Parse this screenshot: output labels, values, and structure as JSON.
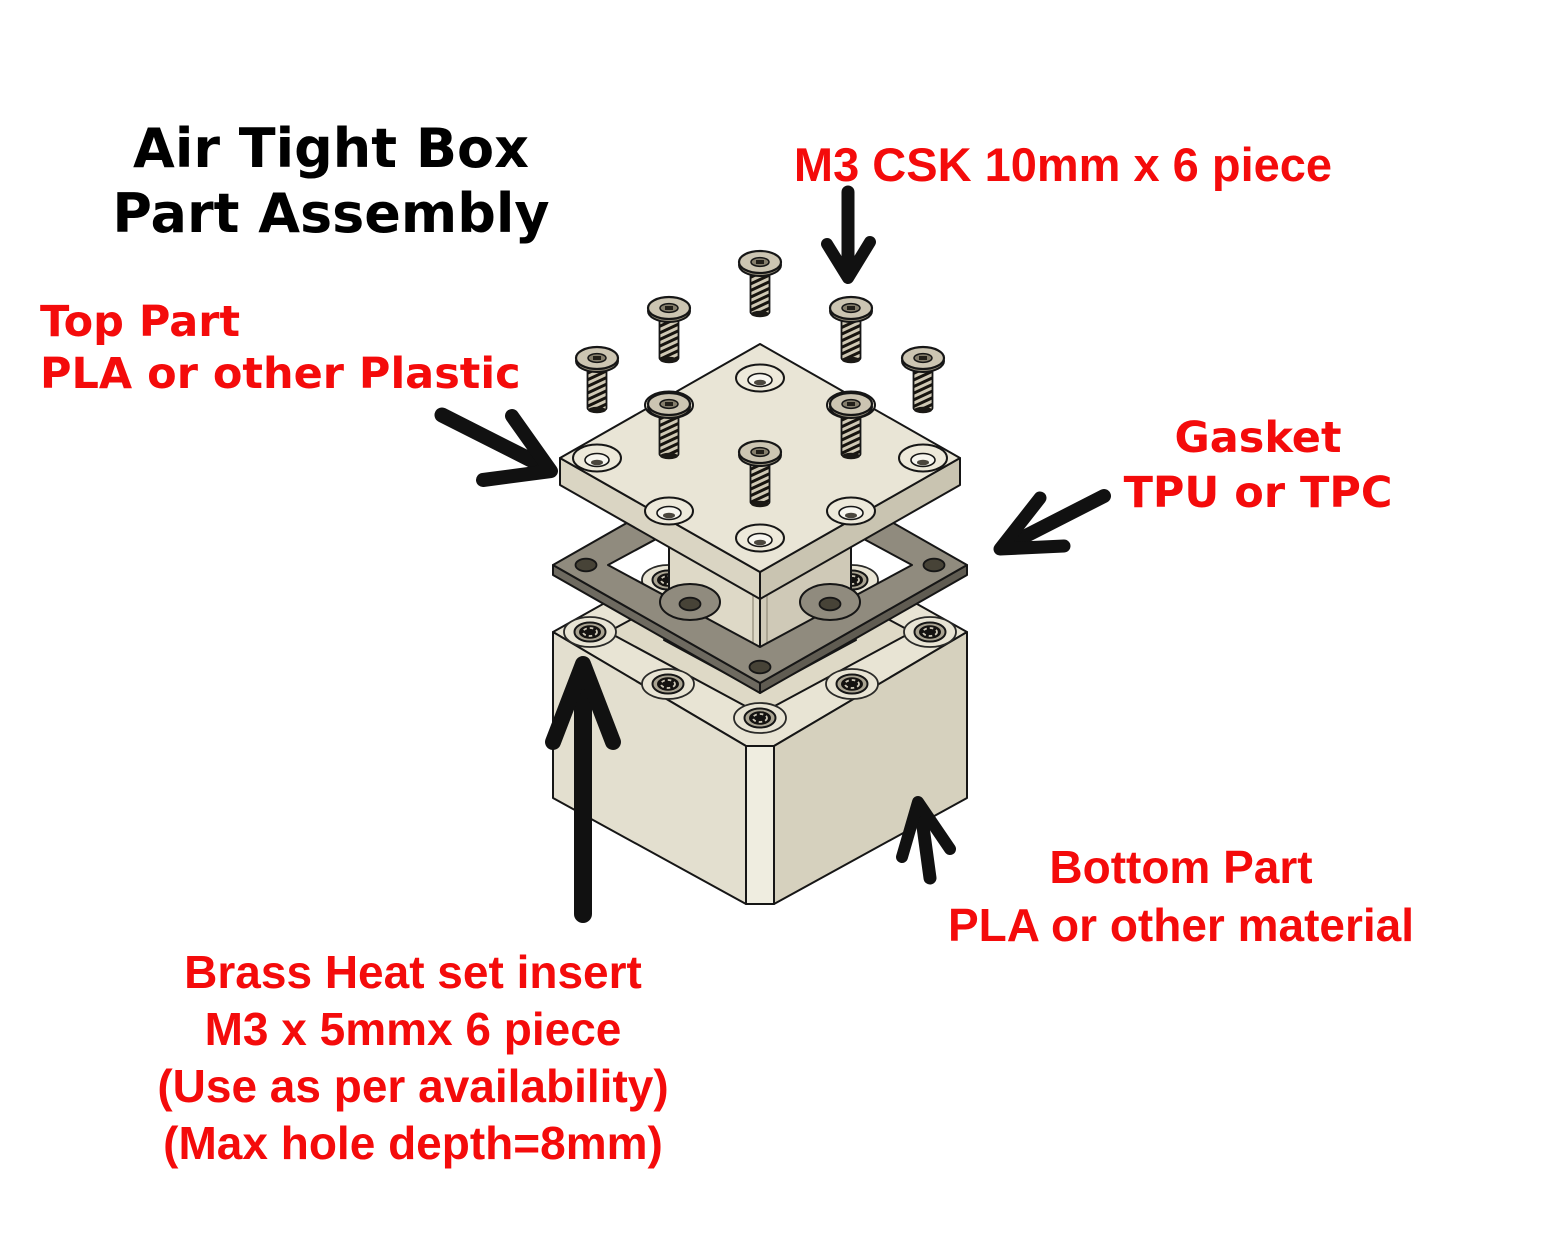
{
  "title": {
    "line1": "Air Tight Box",
    "line2": "Part Assembly"
  },
  "annotations": {
    "screws": {
      "text": "M3 CSK 10mm x 6 piece"
    },
    "top_part": {
      "line1": "Top Part",
      "line2": "PLA or other Plastic"
    },
    "gasket": {
      "line1": "Gasket",
      "line2": "TPU or TPC"
    },
    "bottom_part": {
      "line1": "Bottom Part",
      "line2": "PLA or other material"
    },
    "insert": {
      "line1": "Brass Heat set insert",
      "line2": "M3 x 5mmx 6 piece",
      "line3": "(Use as per availability)",
      "line4": "(Max hole depth=8mm)"
    }
  },
  "colors": {
    "background": "#ffffff",
    "annotation_red": "#f40b0b",
    "title_black": "#000000",
    "arrow_black": "#111111",
    "plastic_cream": "#e8e4d4",
    "plastic_shade": "#d6d1be",
    "gasket_gray": "#908b7e",
    "screw_metal": "#ccc5b2",
    "outline": "#161616"
  }
}
